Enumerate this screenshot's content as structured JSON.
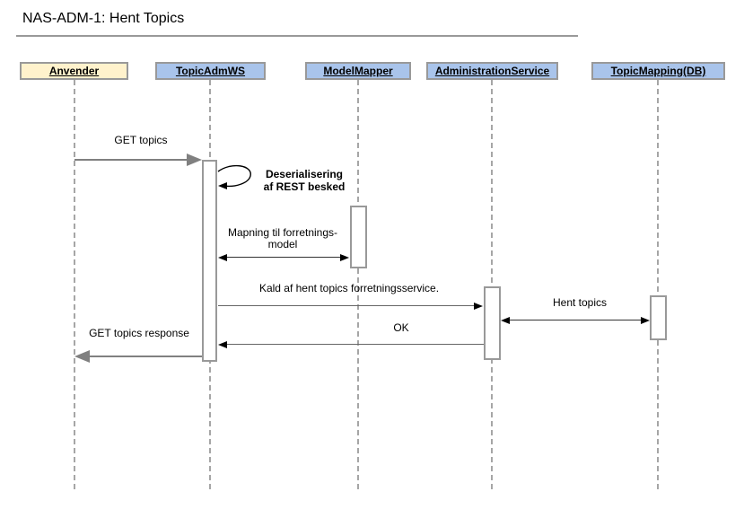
{
  "page": {
    "title": "NAS-ADM-1: Hent Topics"
  },
  "diagram": {
    "type": "uml-sequence",
    "participants": [
      {
        "name": "Anvender",
        "kind": "actor",
        "fill": "#FFF2CC"
      },
      {
        "name": "TopicAdmWS",
        "kind": "component",
        "fill": "#A9C4EB"
      },
      {
        "name": "ModelMapper",
        "kind": "component",
        "fill": "#A9C4EB"
      },
      {
        "name": "AdministrationService",
        "kind": "component",
        "fill": "#A9C4EB"
      },
      {
        "name": "TopicMapping(DB)",
        "kind": "component",
        "fill": "#A9C4EB"
      }
    ],
    "messages": [
      {
        "label": "GET topics",
        "from": "Anvender",
        "to": "TopicAdmWS",
        "arrow": "solid-thick",
        "direction": "right"
      },
      {
        "label": "Deserialisering af REST besked",
        "lines": [
          "Deserialisering",
          "af REST besked"
        ],
        "from": "TopicAdmWS",
        "to": "TopicAdmWS",
        "arrow": "self-loop"
      },
      {
        "label": "Mapning til forretnings-model",
        "lines": [
          "Mapning til forretnings-",
          "model"
        ],
        "from": "TopicAdmWS",
        "to": "ModelMapper",
        "arrow": "double-headed"
      },
      {
        "label": "Kald af hent topics forretningsservice.",
        "from": "TopicAdmWS",
        "to": "AdministrationService",
        "arrow": "solid",
        "direction": "right"
      },
      {
        "label": "Hent topics",
        "from": "AdministrationService",
        "to": "TopicMapping(DB)",
        "arrow": "double-headed"
      },
      {
        "label": "OK",
        "from": "AdministrationService",
        "to": "TopicAdmWS",
        "arrow": "solid",
        "direction": "left"
      },
      {
        "label": "GET topics response",
        "from": "TopicAdmWS",
        "to": "Anvender",
        "arrow": "solid-thick",
        "direction": "left"
      }
    ],
    "colors": {
      "actor_fill": "#FFF2CC",
      "component_fill": "#A9C4EB",
      "shape_border": "#999999",
      "lifeline": "#A6A6A6",
      "thick_arrow": "#808080",
      "thin_arrow": "#333333",
      "text": "#000000"
    }
  }
}
